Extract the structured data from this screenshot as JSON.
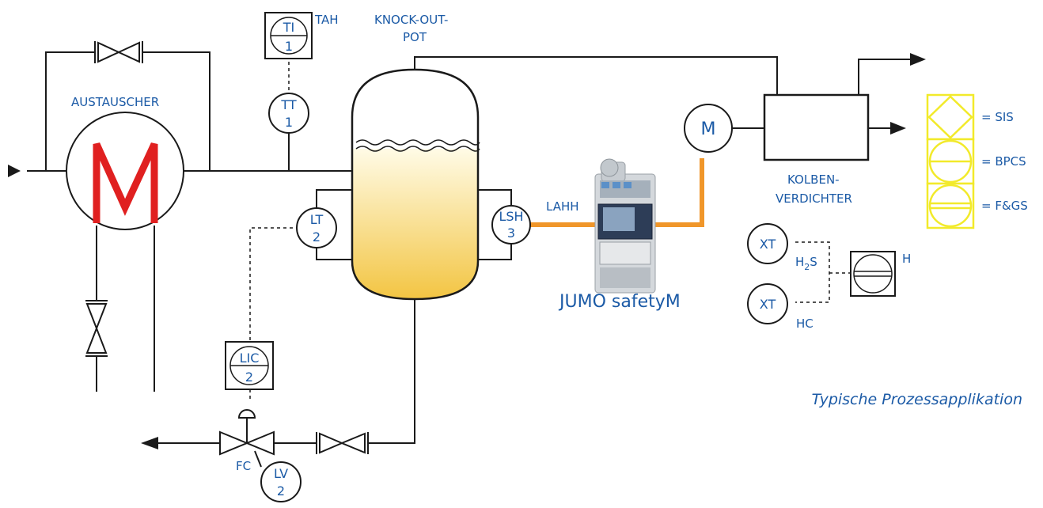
{
  "labels": {
    "tah": "TAH",
    "knockout_line1": "KNOCK-OUT-",
    "knockout_line2": "POT",
    "austauscher": "AUSTAUSCHER",
    "lahh": "LAHH",
    "fc": "FC",
    "kolben_line1": "KOLBEN-",
    "kolben_line2": "VERDICHTER",
    "h2s_main": "H",
    "h2s_sub": "2",
    "h2s_tail": "S",
    "hc": "HC",
    "h": "H",
    "brand": "JUMO safetyM",
    "caption": "Typische Prozessapplikation"
  },
  "instruments": {
    "ti": {
      "tag": "TI",
      "loop": "1"
    },
    "tt": {
      "tag": "TT",
      "loop": "1"
    },
    "lt": {
      "tag": "LT",
      "loop": "2"
    },
    "lsh": {
      "tag": "LSH",
      "loop": "3"
    },
    "lic": {
      "tag": "LIC",
      "loop": "2"
    },
    "lv": {
      "tag": "LV",
      "loop": "2"
    },
    "xt1": {
      "tag": "XT"
    },
    "xt2": {
      "tag": "XT"
    },
    "motor": {
      "tag": "M"
    }
  },
  "legend": [
    {
      "symbol": "diamond-in-square",
      "label": "= SIS"
    },
    {
      "symbol": "circle-line",
      "label": "= BPCS"
    },
    {
      "symbol": "circle-double-line",
      "label": "= F&GS"
    }
  ],
  "colors": {
    "line": "#1a1a1a",
    "text_blue": "#1b5aa6",
    "exchanger_red": "#e02020",
    "signal_orange": "#f0962a",
    "legend_yellow": "#f2ea2a",
    "vessel_fill_top": "#fffbe6",
    "vessel_fill_bottom": "#f2c23a"
  }
}
